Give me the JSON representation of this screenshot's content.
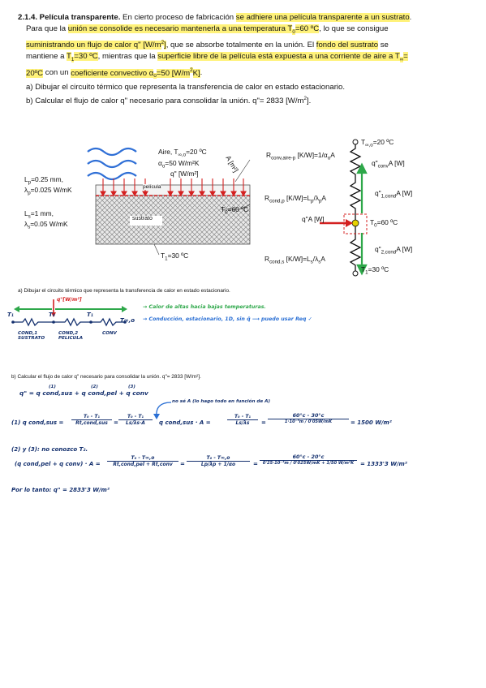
{
  "problem": {
    "title": "2.1.4. Película transparente.",
    "intro_a": " En cierto proceso de fabricación ",
    "intro_hl": "se adhiere una película transparente a un sustrato",
    "intro_b": ".",
    "l2a": "Para que la ",
    "l2hl": "unión se consolide es necesario mantenerla a una temperatura T",
    "l2sub": "0",
    "l2hl2": "=60 ºC",
    "l2b": ", lo que se consigue",
    "l3hl": "suministrando un flujo de calor q\" [W/m",
    "l3sup": "2",
    "l3hl2": "]",
    "l3b": ", que se absorbe totalmente en la unión. El ",
    "l3hl3": "fondo del sustrato",
    "l3c": " se",
    "l4a": "mantiene a ",
    "l4hl": "T",
    "l4sub": "1",
    "l4hl2": "=30 ºC",
    "l4b": ", mientras que la ",
    "l4hl3": "superficie libre de la película está expuesta a una corriente de aire a T",
    "l4sub2": "∞",
    "l4hl4": "=",
    "l5hl": "20ºC",
    "l5b": " con un ",
    "l5hl2": "coeficiente convectivo α",
    "l5sub": "o",
    "l5hl3": "=50 [W/m",
    "l5sup": "2",
    "l5hl4": "K]",
    "l5c": ".",
    "qa": "a) Dibujar el circuito térmico que representa la transferencia de calor en estado estacionario.",
    "qb": "b) Calcular el flujo de calor q\" necesario para consolidar la unión. q\"= 2833 [W/m",
    "qb_sup": "2",
    "qb_end": "]."
  },
  "figure_left": {
    "aire": "Aire, T",
    "aire_sub": "∞,o",
    "aire_val": "=20 ºC",
    "alpha": "α",
    "alpha_sub": "o",
    "alpha_val": "=50 W/m²K",
    "q_label": "q\" [W/m²]",
    "a_label": "A [m²]",
    "film_label": "película",
    "substrate_label": "sustrato",
    "lp": "L",
    "lp_sub": "p",
    "lp_val": "=0.25 mm,",
    "lam_p": "λ",
    "lam_p_sub": "p",
    "lam_p_val": "=0.025 W/mK",
    "ls": "L",
    "ls_sub": "s",
    "ls_val": "=1 mm,",
    "lam_s": "λ",
    "lam_s_sub": "s",
    "lam_s_val": "=0.05 W/mK",
    "t0": "T",
    "t0_sub": "0",
    "t0_val": "=60 ºC",
    "t1": "T",
    "t1_sub": "1",
    "t1_val": "=30 ºC"
  },
  "figure_right": {
    "tinf": "T",
    "tinf_sub": "∞,o",
    "tinf_val": "=20 ºC",
    "r_conv": "R",
    "r_conv_sub": "conv,aire-p",
    "r_conv_val": " [K/W]=1/α",
    "r_conv_sub2": "o",
    "r_conv_end": "A",
    "q_conv": "q\"",
    "q_conv_sub": "conv",
    "q_conv_end": "A [W]",
    "r_condp": "R",
    "r_condp_sub": "cond,p",
    "r_condp_val": " [K/W]=L",
    "r_condp_sub2": "p",
    "r_condp_mid": "/λ",
    "r_condp_sub3": "p",
    "r_condp_end": "A",
    "q1": "q\"",
    "q1_sub": "1,cond",
    "q1_end": "A [W]",
    "qa": "q\"A [W]",
    "t0": "T",
    "t0_sub": "0",
    "t0_val": "=60 ºC",
    "q2": "q\"",
    "q2_sub": "2,cond",
    "q2_end": "A [W]",
    "r_conds": "R",
    "r_conds_sub": "cond,s",
    "r_conds_val": " [K/W]=L",
    "r_conds_sub2": "s",
    "r_conds_mid": "/λ",
    "r_conds_sub3": "s",
    "r_conds_end": "A",
    "t1": "T",
    "t1_sub": "1",
    "t1_val": "=30 ºC"
  },
  "solution_a": {
    "heading": "a) Dibujar el circuito térmico que representa la transferencia de calor en estado estacionario.",
    "q_label": "q\"[W/m²]",
    "t1": "T₁",
    "t0": "T₀",
    "t1b": "T₁",
    "tinf": "T∞,o",
    "cond1": "COND,1",
    "cond1b": "SUSTRATO",
    "cond2": "COND,2",
    "cond2b": "PELICULA",
    "conv": "CONV",
    "note1": "→ Calor de altas hacia bajas temperaturas.",
    "note2": "→ Conducción, estacionario, 1D, sin q̇",
    "note2b": "puedo usar Req ✓"
  },
  "solution_b": {
    "heading": "b) Calcular el flujo de calor q\" necesario para consolidar la unión. q\"= 2833 [W/m²].",
    "eq0": "q\" = q cond,sus + q cond,pel + q conv",
    "idx": [
      "(1)",
      "(2)",
      "(3)"
    ],
    "note": "no sé A (lo hago todo en función de A)",
    "l1_lhs": "(1) q cond,sus =",
    "l1_num1": "T₀ - T₁",
    "l1_den1": "Rt,cond,sus",
    "l1_num2": "T₀ - T₁",
    "l1_den2": "Ls/λs·A",
    "l1_mid": "q cond,sus · A =",
    "l1_num3": "T₀ - T₁",
    "l1_den3": "Ls/λs",
    "l1_num4": "60°c - 30°c",
    "l1_den4": "1·10⁻³m / 0'05W/mK",
    "l1_res": "= 1500 W/m²",
    "l2": "(2) y (3): no conozco T₂.",
    "l3_lhs": "(q cond,pel + q conv) · A =",
    "l3_num1": "T₀ - T∞,o",
    "l3_den1": "Rt,cond,pel + Rt,conv",
    "l3_num2": "T₀ - T∞,o",
    "l3_den2": "Lp/λp + 1/αo",
    "l3_num3": "60°c - 20°c",
    "l3_den3": "0'25·10⁻³m / 0'025W/mK + 1/50 W/m²K",
    "l3_res": "= 1333'3 W/m²",
    "final": "Por lo tanto: q\" = 2833'3 W/m²"
  }
}
